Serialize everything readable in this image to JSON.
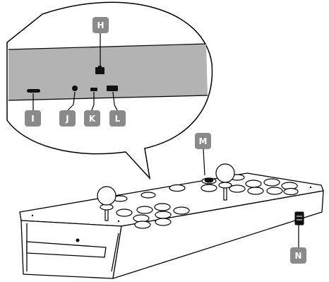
{
  "labels": {
    "h": "H",
    "i": "I",
    "j": "J",
    "k": "K",
    "l": "L",
    "m": "M",
    "n": "N"
  },
  "colors": {
    "callout": "#8a8a8a",
    "panel": "#b3b3b3",
    "outline": "#000000"
  },
  "icons": {
    "ethernet_port": "ethernet-port-icon",
    "usb_c_port": "usb-c-port-icon",
    "audio_jack": "audio-jack-icon",
    "micro_switch": "micro-switch-icon",
    "usb_port": "usb-port-icon",
    "joystick": "joystick-icon",
    "button": "arcade-button-icon",
    "side_switch": "side-switch-icon"
  }
}
